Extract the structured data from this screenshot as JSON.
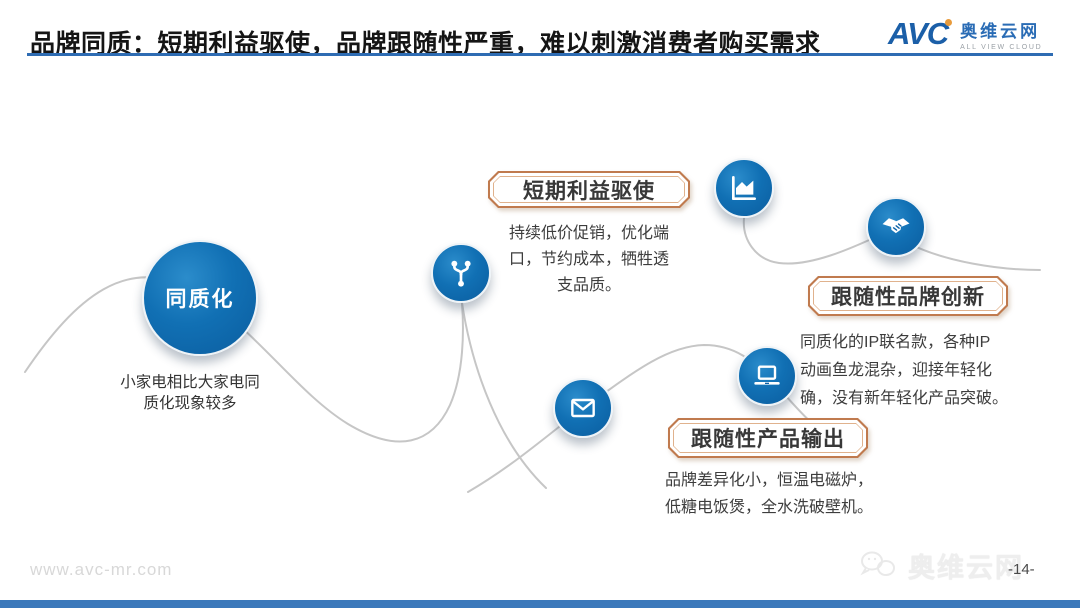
{
  "header": {
    "title": "品牌同质：短期利益驱使，品牌跟随性严重，难以刺激消费者购买需求",
    "logo": {
      "mark": "AVC",
      "name": "奥维云网",
      "tagline": "ALL VIEW CLOUD"
    }
  },
  "diagram": {
    "origin": {
      "label": "同质化",
      "caption_lines": [
        "小家电相比大家电同",
        "质化现象较多"
      ]
    },
    "waypoint_icons": [
      "git-branch-icon",
      "area-chart-icon",
      "handshake-icon",
      "laptop-icon",
      "envelope-icon"
    ],
    "sections": [
      {
        "title": "短期利益驱使",
        "desc_lines": [
          "持续低价促销，优化端",
          "口，节约成本，牺牲透",
          "支品质。"
        ]
      },
      {
        "title": "跟随性品牌创新",
        "desc_lines": [
          "同质化的IP联名款，各种IP",
          "动画鱼龙混杂，迎接年轻化",
          "确，没有新年轻化产品突破。"
        ]
      },
      {
        "title": "跟随性产品输出",
        "desc_lines": [
          "品牌差异化小，恒温电磁炉，",
          "低糖电饭煲，全水洗破壁机。"
        ]
      }
    ]
  },
  "footer": {
    "site": "www.avc-mr.com",
    "page_number": "-14-",
    "watermark": "奥维云网"
  },
  "colors": {
    "node_blue": "#0d63a8",
    "box_border": "#c07a4e",
    "title_underline": "#2e6cb3",
    "bottom_bar": "#3c79bb",
    "curve_gray": "#c6c6c6"
  }
}
